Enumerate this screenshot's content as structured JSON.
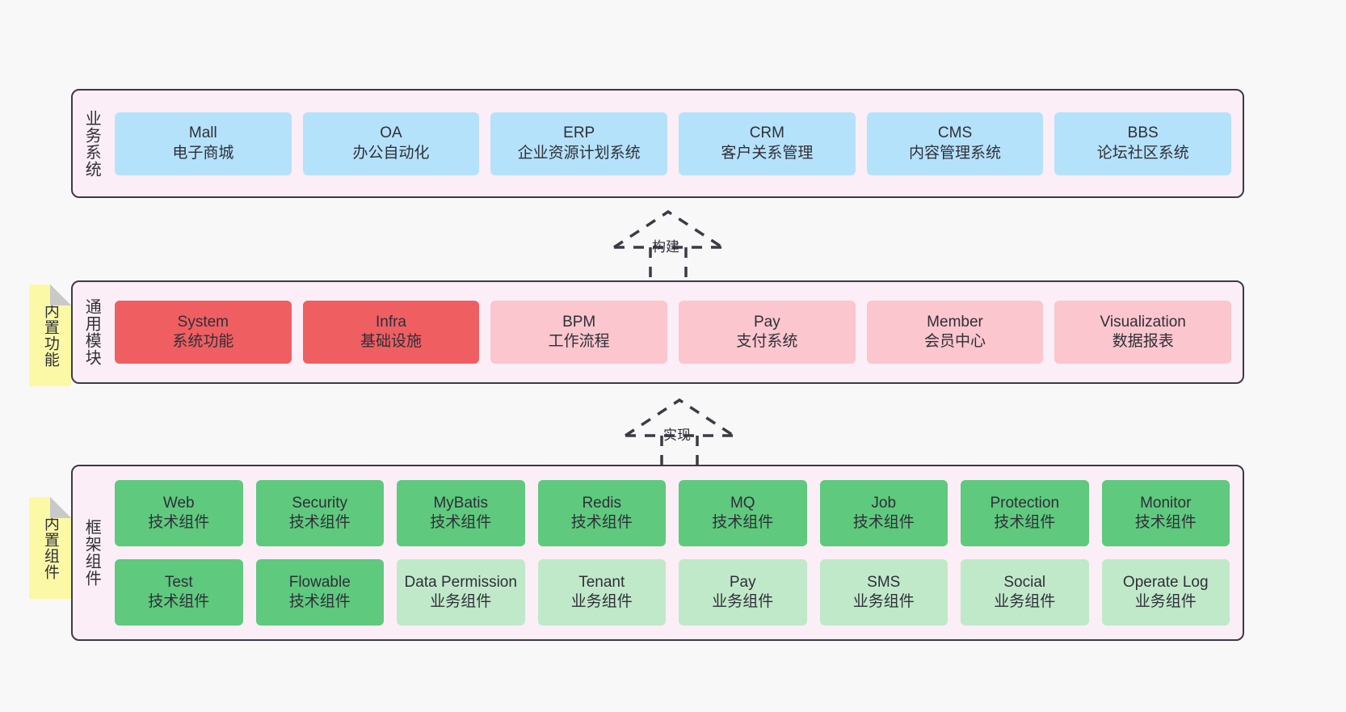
{
  "layers": [
    {
      "key": "business",
      "label": "业务系统",
      "nodes": [
        {
          "title": "Mall",
          "sub": "电子商城",
          "color": "blue"
        },
        {
          "title": "OA",
          "sub": "办公自动化",
          "color": "blue"
        },
        {
          "title": "ERP",
          "sub": "企业资源计划系统",
          "color": "blue"
        },
        {
          "title": "CRM",
          "sub": "客户关系管理",
          "color": "blue"
        },
        {
          "title": "CMS",
          "sub": "内容管理系统",
          "color": "blue"
        },
        {
          "title": "BBS",
          "sub": "论坛社区系统",
          "color": "blue"
        }
      ]
    },
    {
      "key": "common",
      "label": "通用模块",
      "sticky": "内置功能",
      "nodes": [
        {
          "title": "System",
          "sub": "系统功能",
          "color": "red"
        },
        {
          "title": "Infra",
          "sub": "基础设施",
          "color": "red"
        },
        {
          "title": "BPM",
          "sub": "工作流程",
          "color": "pink"
        },
        {
          "title": "Pay",
          "sub": "支付系统",
          "color": "pink"
        },
        {
          "title": "Member",
          "sub": "会员中心",
          "color": "pink"
        },
        {
          "title": "Visualization",
          "sub": "数据报表",
          "color": "pink"
        }
      ]
    },
    {
      "key": "framework",
      "label": "框架组件",
      "sticky": "内置组件",
      "nodes": [
        {
          "title": "Web",
          "sub": "技术组件",
          "color": "green"
        },
        {
          "title": "Security",
          "sub": "技术组件",
          "color": "green"
        },
        {
          "title": "MyBatis",
          "sub": "技术组件",
          "color": "green"
        },
        {
          "title": "Redis",
          "sub": "技术组件",
          "color": "green"
        },
        {
          "title": "MQ",
          "sub": "技术组件",
          "color": "green"
        },
        {
          "title": "Job",
          "sub": "技术组件",
          "color": "green"
        },
        {
          "title": "Protection",
          "sub": "技术组件",
          "color": "green"
        },
        {
          "title": "Monitor",
          "sub": "技术组件",
          "color": "green"
        },
        {
          "title": "Test",
          "sub": "技术组件",
          "color": "green"
        },
        {
          "title": "Flowable",
          "sub": "技术组件",
          "color": "green"
        },
        {
          "title": "Data Permission",
          "sub": "业务组件",
          "color": "lgreen"
        },
        {
          "title": "Tenant",
          "sub": "业务组件",
          "color": "lgreen"
        },
        {
          "title": "Pay",
          "sub": "业务组件",
          "color": "lgreen"
        },
        {
          "title": "SMS",
          "sub": "业务组件",
          "color": "lgreen"
        },
        {
          "title": "Social",
          "sub": "业务组件",
          "color": "lgreen"
        },
        {
          "title": "Operate Log",
          "sub": "业务组件",
          "color": "lgreen"
        }
      ]
    }
  ],
  "connectors": [
    {
      "key": "build",
      "label": "构建"
    },
    {
      "key": "implement",
      "label": "实现"
    }
  ],
  "colors": {
    "background": "#f8f8f8",
    "panel_fill": "#fbeef6",
    "panel_border": "#3b3b47",
    "blue": "#b5e2fb",
    "red": "#ef5f62",
    "pink": "#fbc6ce",
    "green": "#5fc97e",
    "light_green": "#c0e9c9",
    "sticky_yellow": "#fbf9a6",
    "text": "#2f2f38"
  }
}
